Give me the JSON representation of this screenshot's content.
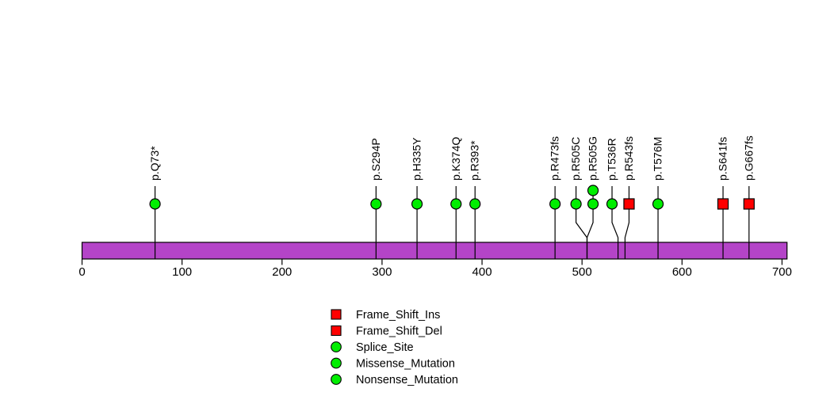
{
  "chart_data": {
    "type": "lollipop",
    "title": "",
    "xlabel": "",
    "ylabel": "",
    "xlim": [
      0,
      705
    ],
    "axis_ticks": [
      0,
      100,
      200,
      300,
      400,
      500,
      600,
      700
    ],
    "grid": false,
    "legend_position": "bottom-center",
    "protein_bar": {
      "start": 0,
      "end": 705,
      "color": "#B444C8",
      "outline_color": "#000000"
    },
    "marker_outline_color": "#000000",
    "colors": {
      "green_marker": "#00EE00",
      "red_marker": "#FF0000",
      "bar_purple": "#B444C8"
    },
    "mutations": [
      {
        "label": "p.Q73*",
        "position": 73,
        "shape": "circle",
        "color": "#00EE00",
        "count": 1
      },
      {
        "label": "p.S294P",
        "position": 294,
        "shape": "circle",
        "color": "#00EE00",
        "count": 1
      },
      {
        "label": "p.H335Y",
        "position": 335,
        "shape": "circle",
        "color": "#00EE00",
        "count": 1
      },
      {
        "label": "p.K374Q",
        "position": 374,
        "shape": "circle",
        "color": "#00EE00",
        "count": 1
      },
      {
        "label": "p.R393*",
        "position": 393,
        "shape": "circle",
        "color": "#00EE00",
        "count": 1
      },
      {
        "label": "p.R473fs",
        "position": 473,
        "shape": "circle",
        "color": "#00EE00",
        "count": 1
      },
      {
        "label": "p.R505C",
        "position": 505,
        "display_position": 494,
        "shape": "circle",
        "color": "#00EE00",
        "count": 1
      },
      {
        "label": "p.R505G",
        "position": 505,
        "display_position": 511,
        "shape": "circle",
        "color": "#00EE00",
        "count": 2
      },
      {
        "label": "p.T536R",
        "position": 536,
        "display_position": 530,
        "shape": "circle",
        "color": "#00EE00",
        "count": 1
      },
      {
        "label": "p.R543fs",
        "position": 543,
        "display_position": 547,
        "shape": "square",
        "color": "#FF0000",
        "count": 1
      },
      {
        "label": "p.T576M",
        "position": 576,
        "shape": "circle",
        "color": "#00EE00",
        "count": 1
      },
      {
        "label": "p.S641fs",
        "position": 641,
        "shape": "square",
        "color": "#FF0000",
        "count": 1
      },
      {
        "label": "p.G667fs",
        "position": 667,
        "shape": "square",
        "color": "#FF0000",
        "count": 1
      }
    ],
    "legend": [
      {
        "label": "Frame_Shift_Ins",
        "shape": "square",
        "color": "#FF0000"
      },
      {
        "label": "Frame_Shift_Del",
        "shape": "square",
        "color": "#FF0000"
      },
      {
        "label": "Splice_Site",
        "shape": "circle",
        "color": "#00EE00"
      },
      {
        "label": "Missense_Mutation",
        "shape": "circle",
        "color": "#00EE00"
      },
      {
        "label": "Nonsense_Mutation",
        "shape": "circle",
        "color": "#00EE00"
      }
    ]
  }
}
